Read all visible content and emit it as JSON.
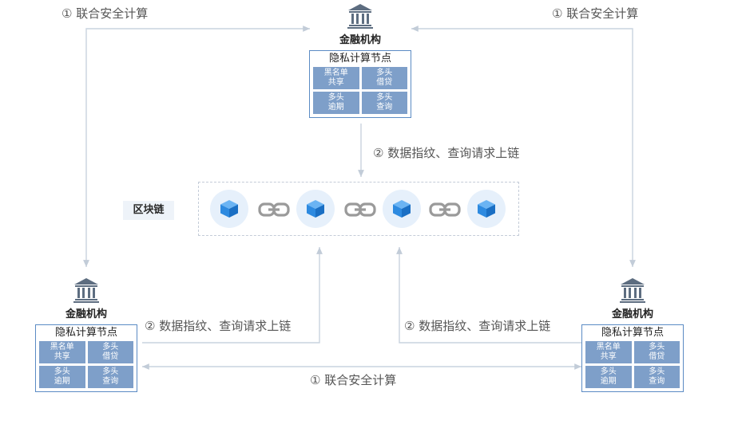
{
  "institution_label": "金融机构",
  "node_title": "隐私计算节点",
  "cells": [
    {
      "line1": "黑名单",
      "line2": "共享"
    },
    {
      "line1": "多头",
      "line2": "借贷"
    },
    {
      "line1": "多头",
      "line2": "逾期"
    },
    {
      "line1": "多头",
      "line2": "查询"
    }
  ],
  "blockchain_label": "区块链",
  "flow_labels": {
    "joint_compute": "① 联合安全计算",
    "upload_chain": "② 数据指纹、查询请求上链"
  },
  "icons": {
    "institution": "bank-building-icon",
    "block": "cube-icon",
    "link": "chain-link-icon"
  },
  "colors": {
    "cell_fill": "#7e9fc9",
    "node_border": "#5b8bc4",
    "block_blue": "#2d8ae0",
    "block_bg": "#e6f0fb",
    "link_gray": "#9a9a9a",
    "connector": "#c9d3df"
  }
}
